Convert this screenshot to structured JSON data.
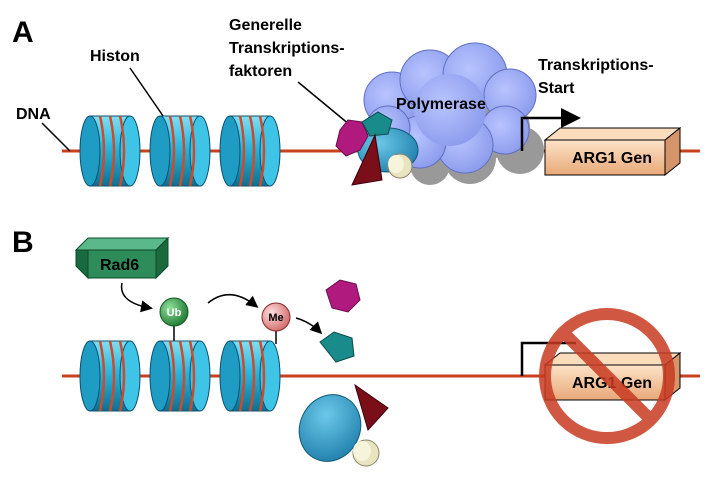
{
  "panel_a": {
    "letter": "A",
    "dna_label": "DNA",
    "histone_label": "Histon",
    "gtf_label_lines": [
      "Generelle",
      "Transkriptions-",
      "faktoren"
    ],
    "polymerase_label": "Polymerase",
    "tss_label_lines": [
      "Transkriptions-",
      "Start"
    ],
    "gene_label": "ARG1 Gen"
  },
  "panel_b": {
    "letter": "B",
    "rad6_label": "Rad6",
    "ub_label": "Ub",
    "me_label": "Me",
    "gene_label": "ARG1 Gen"
  },
  "colors": {
    "dna": "#c8401e",
    "histone": "#2ab6dd",
    "histone_band": "#d04a2a",
    "polymerase": "#9aaaf0",
    "gene_box": "#f2c49c",
    "rad6": "#2e8b5a",
    "ub": "#2ea24a",
    "me": "#e89a9a",
    "gtf_hexagon": "#b0197e",
    "gtf_pentagon": "#1a8b8b",
    "gtf_triangle": "#7a0f1a",
    "gtf_ellipse": "#2a90bb",
    "gtf_cylinder": "#e8e4c0",
    "no_sign": "#c83a22"
  }
}
